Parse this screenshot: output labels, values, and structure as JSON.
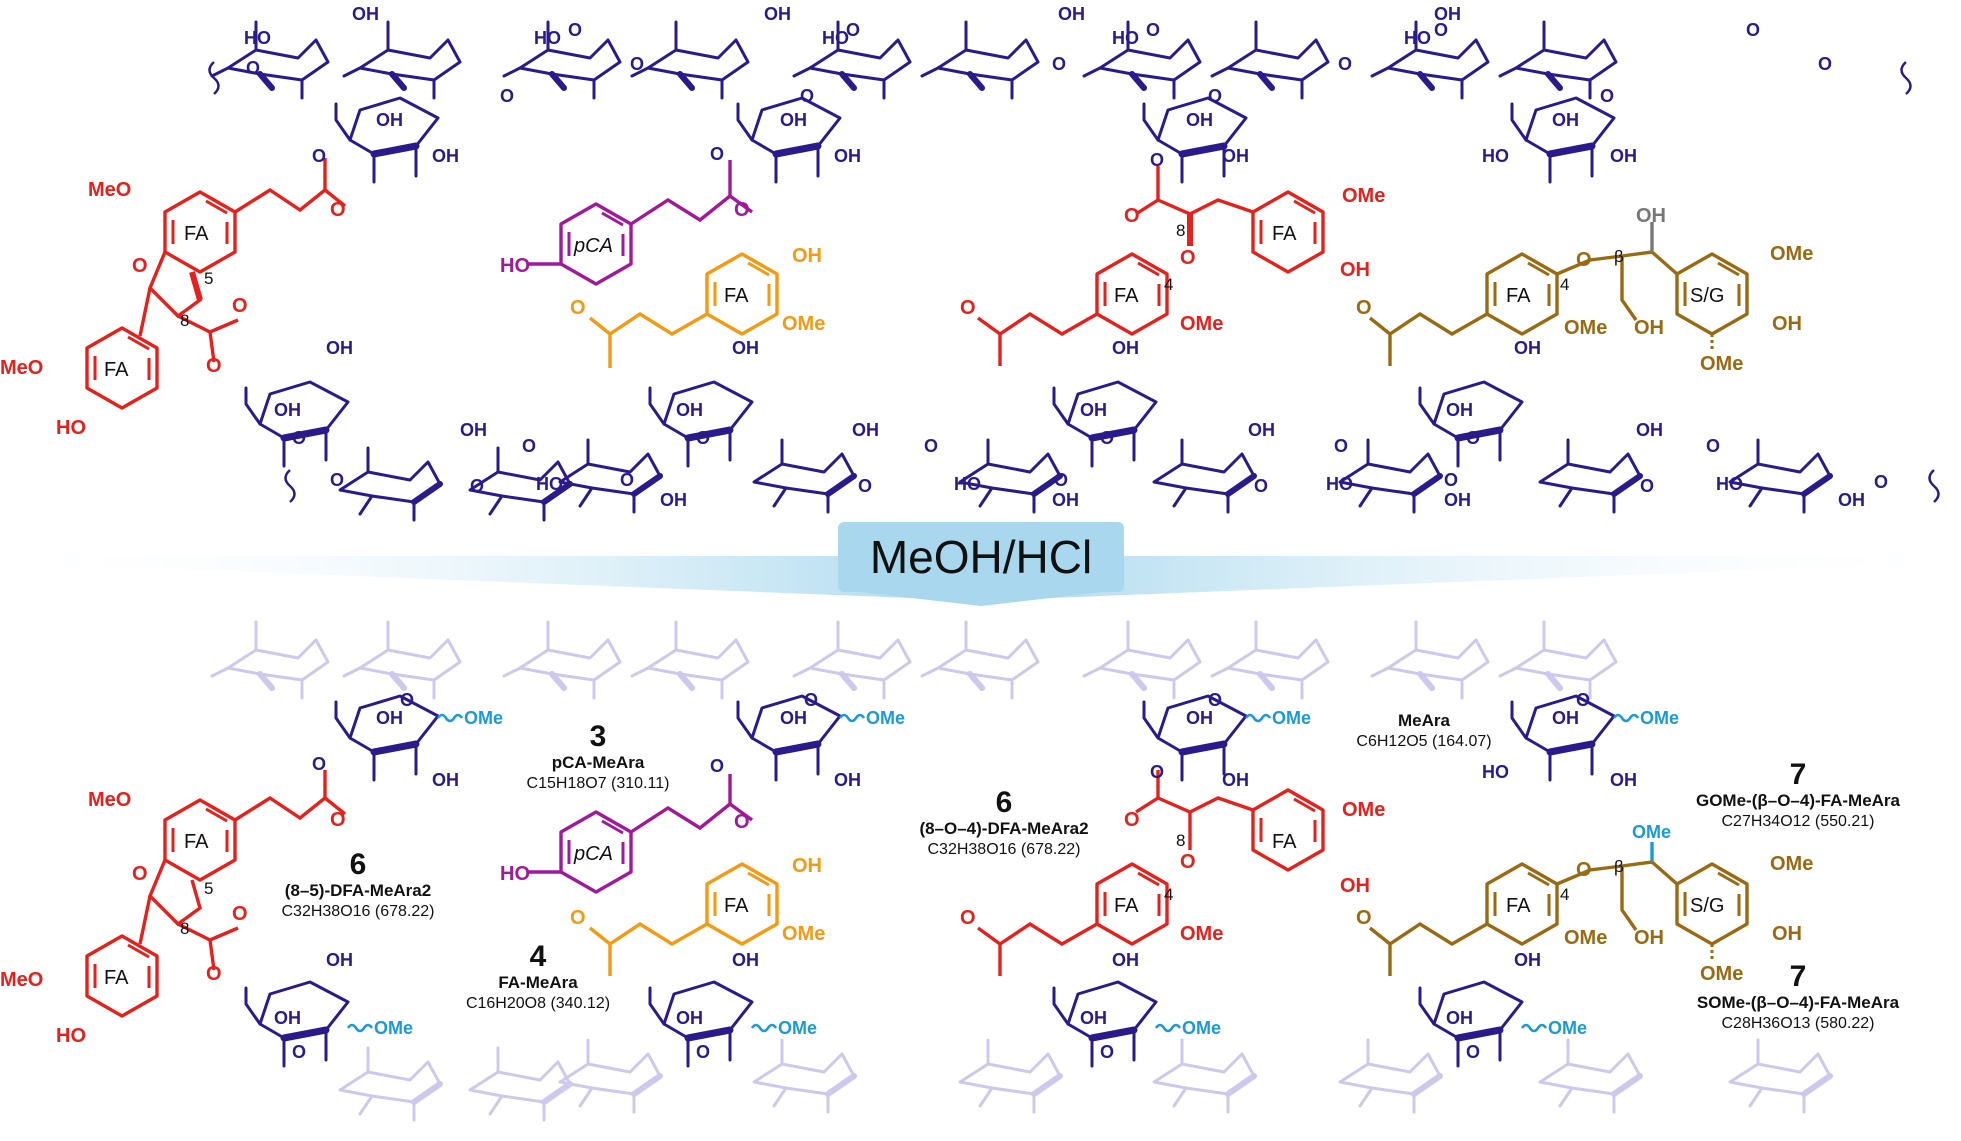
{
  "reagent": "MeOH/HCl",
  "colors": {
    "backbone": "#2b1a8c",
    "backbone_faded": "#c8c3ea",
    "ferulate": "#e4211c",
    "coumarate": "#a0199a",
    "fa_orange": "#f39a12",
    "lignin_brown": "#9a6a12",
    "methoxy_blue": "#1a9ad6",
    "arrow_blue": "#a9d8ee",
    "gray": "#777777"
  },
  "groups": {
    "OH": "OH",
    "HO": "HO",
    "O": "O",
    "MeO": "MeO",
    "OMe": "OMe"
  },
  "rings": {
    "FA": "FA",
    "pCA": "pCA",
    "SG": "S/G"
  },
  "positions": {
    "p5": "5",
    "p8": "8",
    "p4": "4",
    "beta": "β"
  },
  "products": {
    "p3": {
      "number": "3",
      "name": "pCA-MeAra",
      "formula": "C15H18O7 (310.11)"
    },
    "p4": {
      "number": "4",
      "name": "FA-MeAra",
      "formula": "C16H20O8 (340.12)"
    },
    "p6a": {
      "number": "6",
      "name": "(8–5)-DFA-MeAra2",
      "formula": "C32H38O16 (678.22)"
    },
    "p6b": {
      "number": "6",
      "name": "(8–O–4)-DFA-MeAra2",
      "formula": "C32H38O16 (678.22)"
    },
    "meara": {
      "name": "MeAra",
      "formula": "C6H12O5 (164.07)"
    },
    "p7a": {
      "number": "7",
      "name": "GOMe-(β–O–4)-FA-MeAra",
      "formula": "C27H34O12 (550.21)"
    },
    "p7b": {
      "number": "7",
      "name": "SOMe-(β–O–4)-FA-MeAra",
      "formula": "C28H36O13 (580.22)"
    }
  }
}
